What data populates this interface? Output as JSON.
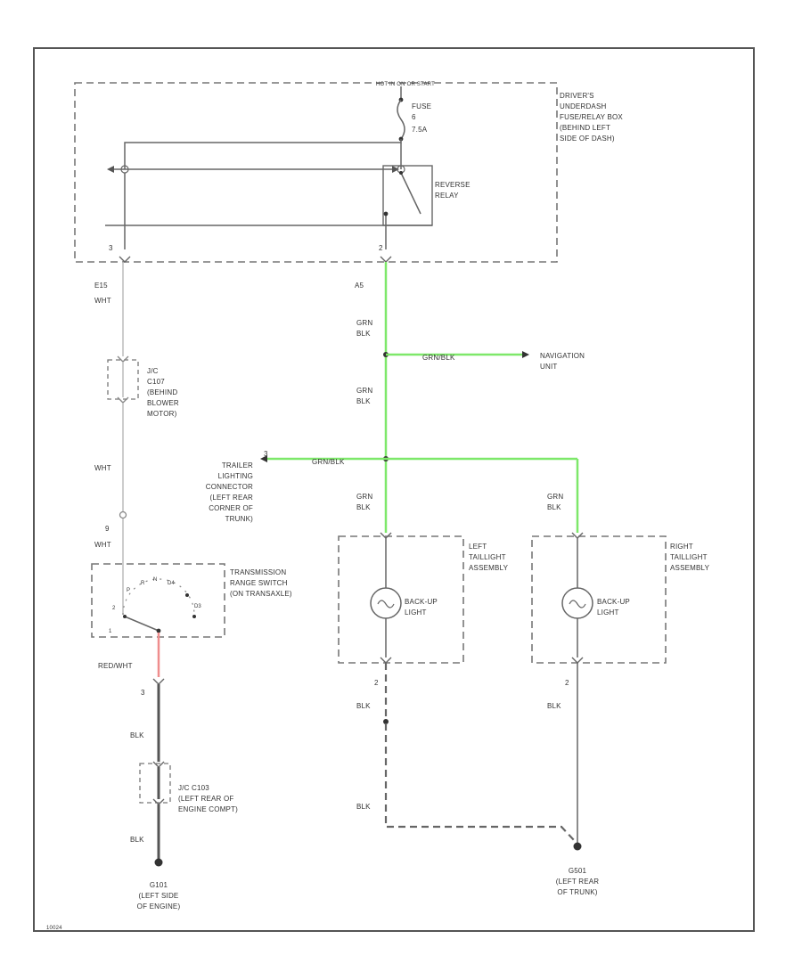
{
  "diagram": {
    "hot_bus": "HOT IN ON OR START",
    "fuse": {
      "name": "FUSE",
      "number": "6",
      "rating": "7.5A"
    },
    "fuse_box": [
      "DRIVER'S",
      "UNDERDASH",
      "FUSE/RELAY BOX",
      "(BEHIND LEFT",
      "SIDE OF DASH)"
    ],
    "reverse_relay": [
      "REVERSE",
      "RELAY"
    ],
    "fuse_box_pins": {
      "left": "3",
      "right": "2"
    },
    "wire_ids": {
      "e15": "E15",
      "a5": "A5"
    },
    "wires": {
      "wht": "WHT",
      "grn_blk": [
        "GRN",
        "BLK"
      ],
      "grn_blk_inline": "GRN/BLK",
      "red_wht": "RED/WHT",
      "blk": "BLK"
    },
    "connector_c107": [
      "J/C",
      "C107",
      "(BEHIND",
      "BLOWER",
      "MOTOR)"
    ],
    "c107_pin": "9",
    "navigation": [
      "NAVIGATION",
      "UNIT"
    ],
    "trailer": [
      "TRAILER",
      "LIGHTING",
      "CONNECTOR",
      "(LEFT REAR",
      "CORNER OF",
      "TRUNK)"
    ],
    "trailer_pin": "3",
    "range_switch": [
      "TRANSMISSION",
      "RANGE SWITCH",
      "(ON TRANSAXLE)"
    ],
    "range_positions": {
      "p": "P",
      "r": "R",
      "n": "N",
      "d4": "D4",
      "d3": "D3",
      "two": "2",
      "one": "1"
    },
    "range_pin_bottom": "3",
    "left_taillight": [
      "LEFT",
      "TAILLIGHT",
      "ASSEMBLY"
    ],
    "right_taillight": [
      "RIGHT",
      "TAILLIGHT",
      "ASSEMBLY"
    ],
    "backup_light": [
      "BACK-UP",
      "LIGHT"
    ],
    "taillight_pins": {
      "left": "2",
      "right": "2"
    },
    "connector_c103": [
      "J/C C103",
      "(LEFT REAR OF",
      "ENGINE COMPT)"
    ],
    "ground_g101": [
      "G101",
      "(LEFT SIDE",
      "OF ENGINE)"
    ],
    "ground_g501": [
      "G501",
      "(LEFT REAR",
      "OF TRUNK)"
    ],
    "figure_id": "10024"
  }
}
